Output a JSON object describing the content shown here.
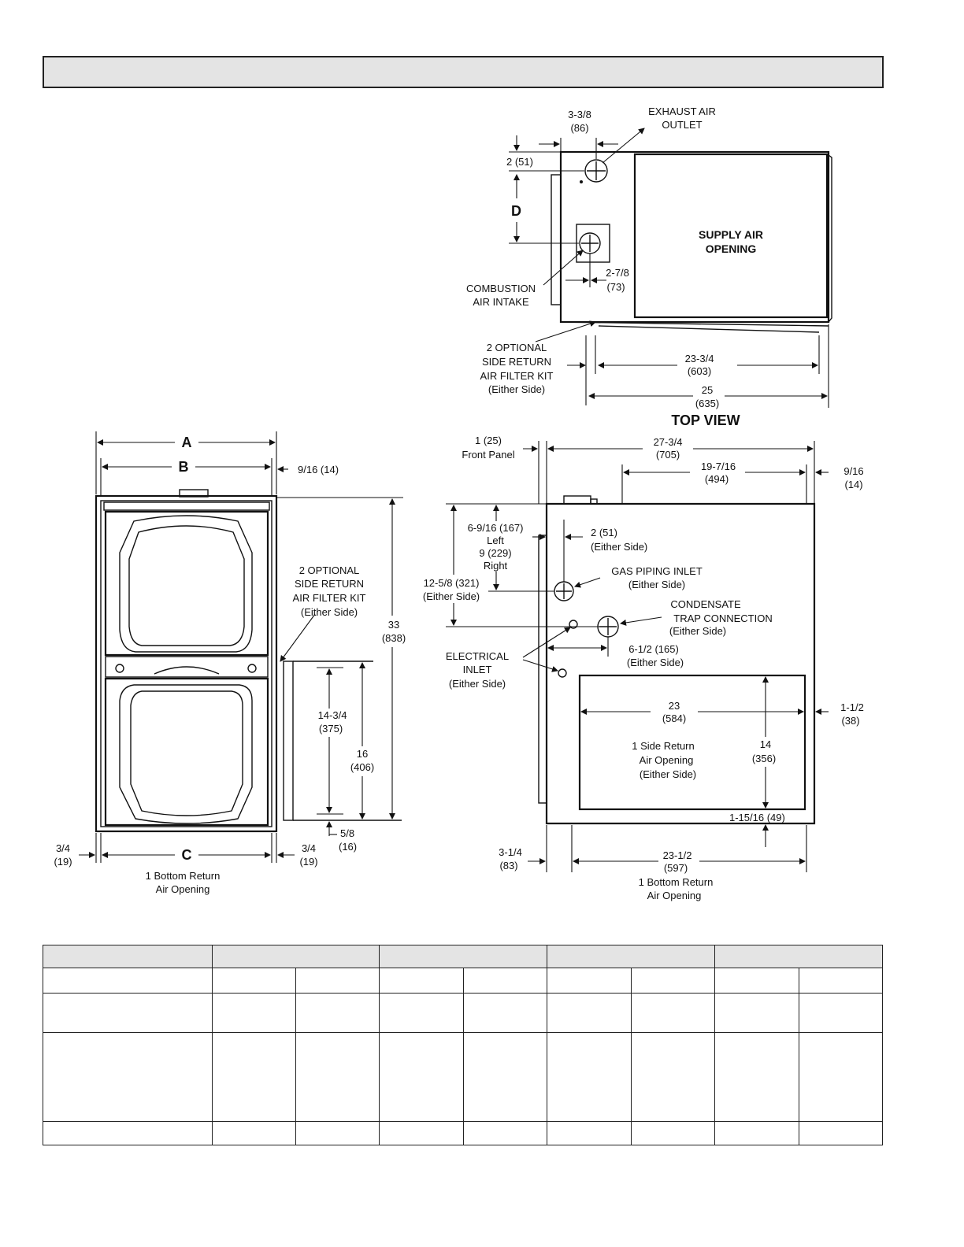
{
  "title_bar": "",
  "top_view": {
    "heading": "TOP VIEW",
    "exhaust": [
      "EXHAUST AIR",
      "OUTLET"
    ],
    "exhaust_offset": [
      "3-3/8",
      "(86)"
    ],
    "exhaust_top": "2 (51)",
    "dim_d": "D",
    "supply": [
      "SUPPLY AIR",
      "OPENING"
    ],
    "combustion": [
      "COMBUSTION",
      "AIR INTAKE"
    ],
    "intake_offset": [
      "2-7/8",
      "(73)"
    ],
    "filter_kit": [
      "2 OPTIONAL",
      "SIDE RETURN",
      "AIR FILTER KIT",
      "(Either Side)"
    ],
    "width_inner": [
      "23-3/4",
      "(603)"
    ],
    "width_outer": [
      "25",
      "(635)"
    ]
  },
  "front_view": {
    "dim_a": "A",
    "dim_b": "B",
    "side_gap": "9/16 (14)",
    "filter_kit": [
      "2 OPTIONAL",
      "SIDE RETURN",
      "AIR FILTER KIT",
      "(Either Side)"
    ],
    "height": [
      "33",
      "(838)"
    ],
    "filter_h1": [
      "14-3/4",
      "(375)"
    ],
    "filter_h2": [
      "16",
      "(406)"
    ],
    "filter_bottom": [
      "5/8",
      "(16)"
    ],
    "dim_c": "C",
    "left_gap": [
      "3/4",
      "(19)"
    ],
    "right_gap": [
      "3/4",
      "(19)"
    ],
    "bottom_return": [
      "1 Bottom Return",
      "Air Opening"
    ]
  },
  "side_view": {
    "front_panel": [
      "1 (25)",
      "Front Panel"
    ],
    "depth": [
      "27-3/4",
      "(705)"
    ],
    "top_depth": [
      "19-7/16",
      "(494)"
    ],
    "right_gap": [
      "9/16",
      "(14)"
    ],
    "gas_top": [
      "6-9/16 (167)",
      "Left",
      "9 (229)",
      "Right"
    ],
    "gas_offset": [
      "2 (51)",
      "(Either Side)"
    ],
    "gas_inlet": [
      "GAS PIPING INLET",
      "(Either Side)"
    ],
    "trap_top": [
      "12-5/8 (321)",
      "(Either Side)"
    ],
    "condensate": [
      "CONDENSATE",
      "TRAP CONNECTION",
      "(Either Side)"
    ],
    "electrical": [
      "ELECTRICAL",
      "INLET",
      "(Either Side)"
    ],
    "trap_offset": [
      "6-1/2 (165)",
      "(Either Side)"
    ],
    "return_w": [
      "23",
      "(584)"
    ],
    "return_gap": [
      "1-1/2",
      "(38)"
    ],
    "side_return": [
      "1 Side Return",
      "Air Opening",
      "(Either Side)"
    ],
    "return_h": [
      "14",
      "(356)"
    ],
    "return_bottom": "1-15/16 (49)",
    "front_gap": [
      "3-1/4",
      "(83)"
    ],
    "bottom_w": [
      "23-1/2",
      "(597)"
    ],
    "bottom_return": [
      "1 Bottom Return",
      "Air Opening"
    ]
  },
  "spec_table": {
    "rows": [
      [
        "",
        "",
        "",
        "",
        ""
      ],
      [
        "",
        "",
        "",
        "",
        "",
        "",
        "",
        "",
        ""
      ],
      [
        "",
        "",
        "",
        "",
        "",
        "",
        "",
        "",
        ""
      ],
      [
        "",
        "",
        "",
        "",
        "",
        "",
        "",
        "",
        ""
      ],
      [
        "",
        "",
        "",
        "",
        "",
        "",
        "",
        "",
        ""
      ]
    ]
  }
}
